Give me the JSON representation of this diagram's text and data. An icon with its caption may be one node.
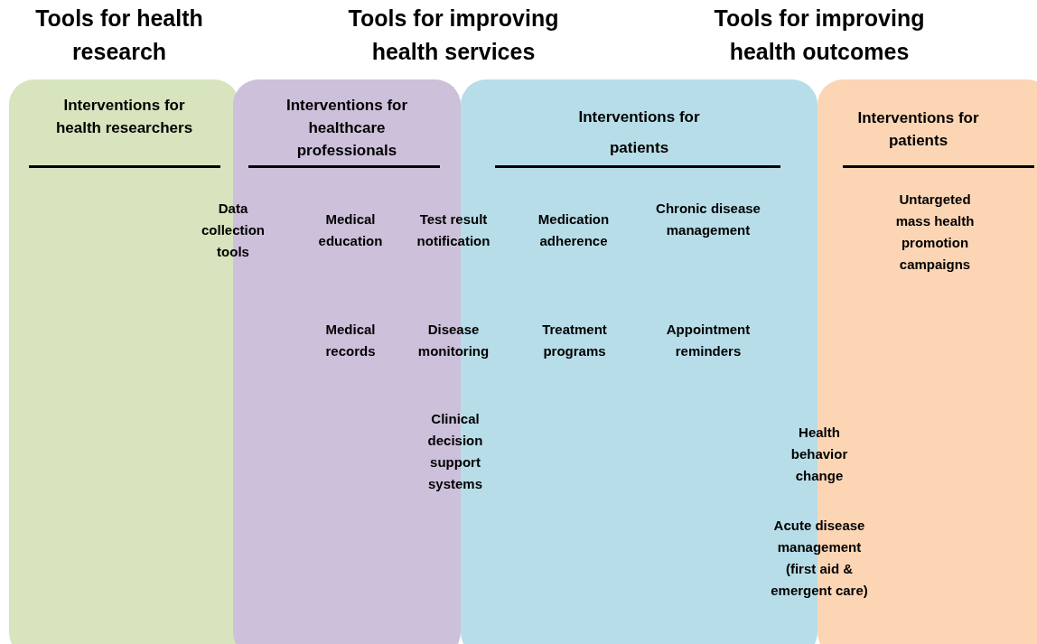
{
  "diagram": {
    "nodes": [
      {
        "text": [
          "Interventions for health researchers"
        ]
      },
      {
        "text": [
          "Interventions for healthcare professionals"
        ]
      },
      {
        "text": [
          "Interventions for patients"
        ]
      },
      {
        "text": [
          "Interventions for patients"
        ]
      }
    ],
    "labels": [
      "Tools for health research",
      "Tools for improving health services",
      "Tools for improving health outcomes",
      "Data collection tools",
      "Medical education",
      "Test result notification",
      "Medication adherence",
      "Chronic disease management",
      "Untargeted mass health promotion campaigns",
      "Medical records",
      "Disease monitoring",
      "Treatment programs",
      "Appointment reminders",
      "Clinical decision support systems",
      "Health behavior change",
      "Acute disease management (first aid & emergent care)"
    ]
  }
}
